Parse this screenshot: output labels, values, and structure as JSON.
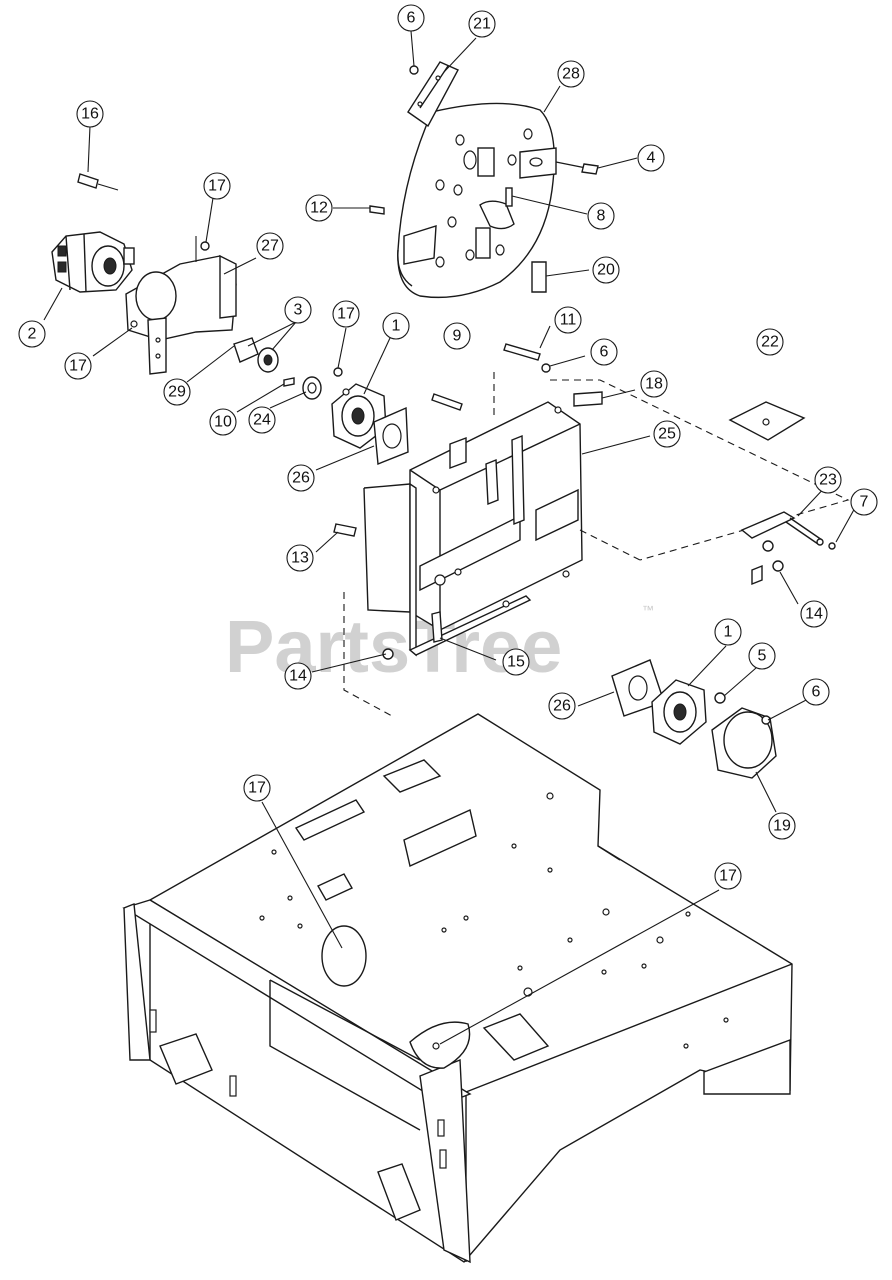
{
  "watermark": {
    "text": "PartsTree",
    "trademark": "™"
  },
  "callouts": [
    {
      "label": "6"
    },
    {
      "label": "21"
    },
    {
      "label": "28"
    },
    {
      "label": "16"
    },
    {
      "label": "4"
    },
    {
      "label": "17"
    },
    {
      "label": "12"
    },
    {
      "label": "8"
    },
    {
      "label": "27"
    },
    {
      "label": "20"
    },
    {
      "label": "2"
    },
    {
      "label": "3"
    },
    {
      "label": "17"
    },
    {
      "label": "1"
    },
    {
      "label": "9"
    },
    {
      "label": "11"
    },
    {
      "label": "22"
    },
    {
      "label": "17"
    },
    {
      "label": "6"
    },
    {
      "label": "29"
    },
    {
      "label": "18"
    },
    {
      "label": "10"
    },
    {
      "label": "24"
    },
    {
      "label": "25"
    },
    {
      "label": "26"
    },
    {
      "label": "23"
    },
    {
      "label": "7"
    },
    {
      "label": "13"
    },
    {
      "label": "14"
    },
    {
      "label": "14"
    },
    {
      "label": "15"
    },
    {
      "label": "1"
    },
    {
      "label": "5"
    },
    {
      "label": "6"
    },
    {
      "label": "26"
    },
    {
      "label": "19"
    },
    {
      "label": "17"
    },
    {
      "label": "17"
    }
  ]
}
